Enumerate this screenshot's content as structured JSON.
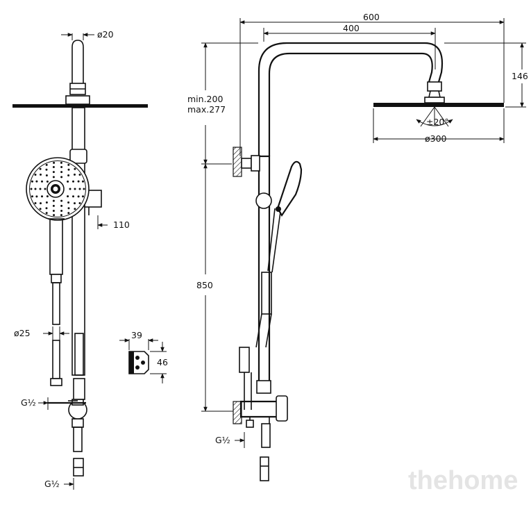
{
  "dimensions": {
    "d_pipe": "ø20",
    "d_hand": "110",
    "d_hose": "ø25",
    "holder_w": "39",
    "holder_h": "46",
    "thread_a": "G½",
    "thread_b": "G½",
    "overall_w": "600",
    "arm_reach": "400",
    "head_drop": "146",
    "height_min": "min.200",
    "height_max": "max.277",
    "rail_h": "850",
    "spray_angle": "±20°",
    "head_d": "ø300",
    "thread_c": "G½"
  },
  "watermark": "thehome"
}
